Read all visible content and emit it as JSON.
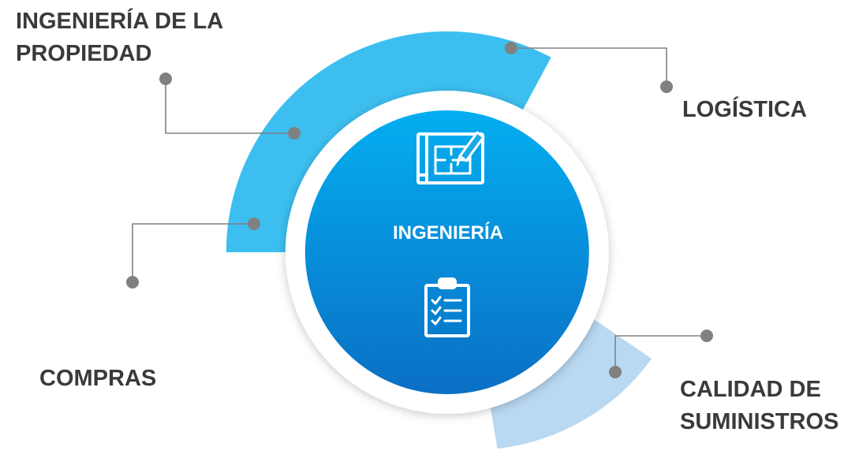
{
  "center": {
    "title": "INGENIERÍA",
    "icons": [
      "blueprint-icon",
      "clipboard-checklist-icon"
    ]
  },
  "labels": {
    "ingenieria_propiedad": [
      "INGENIERÍA DE LA",
      "PROPIEDAD"
    ],
    "logistica": "LOGÍSTICA",
    "compras": "COMPRAS",
    "calidad": [
      "CALIDAD DE",
      "SUMINISTROS"
    ]
  },
  "colors": {
    "arc_primary": "#3cbff0",
    "arc_secondary": "#b9d8f1",
    "circle_top": "#04aef0",
    "circle_bottom": "#0a6fc4",
    "ring": "#ffffff",
    "connector": "#808080",
    "label_text": "#3a3a3a"
  }
}
